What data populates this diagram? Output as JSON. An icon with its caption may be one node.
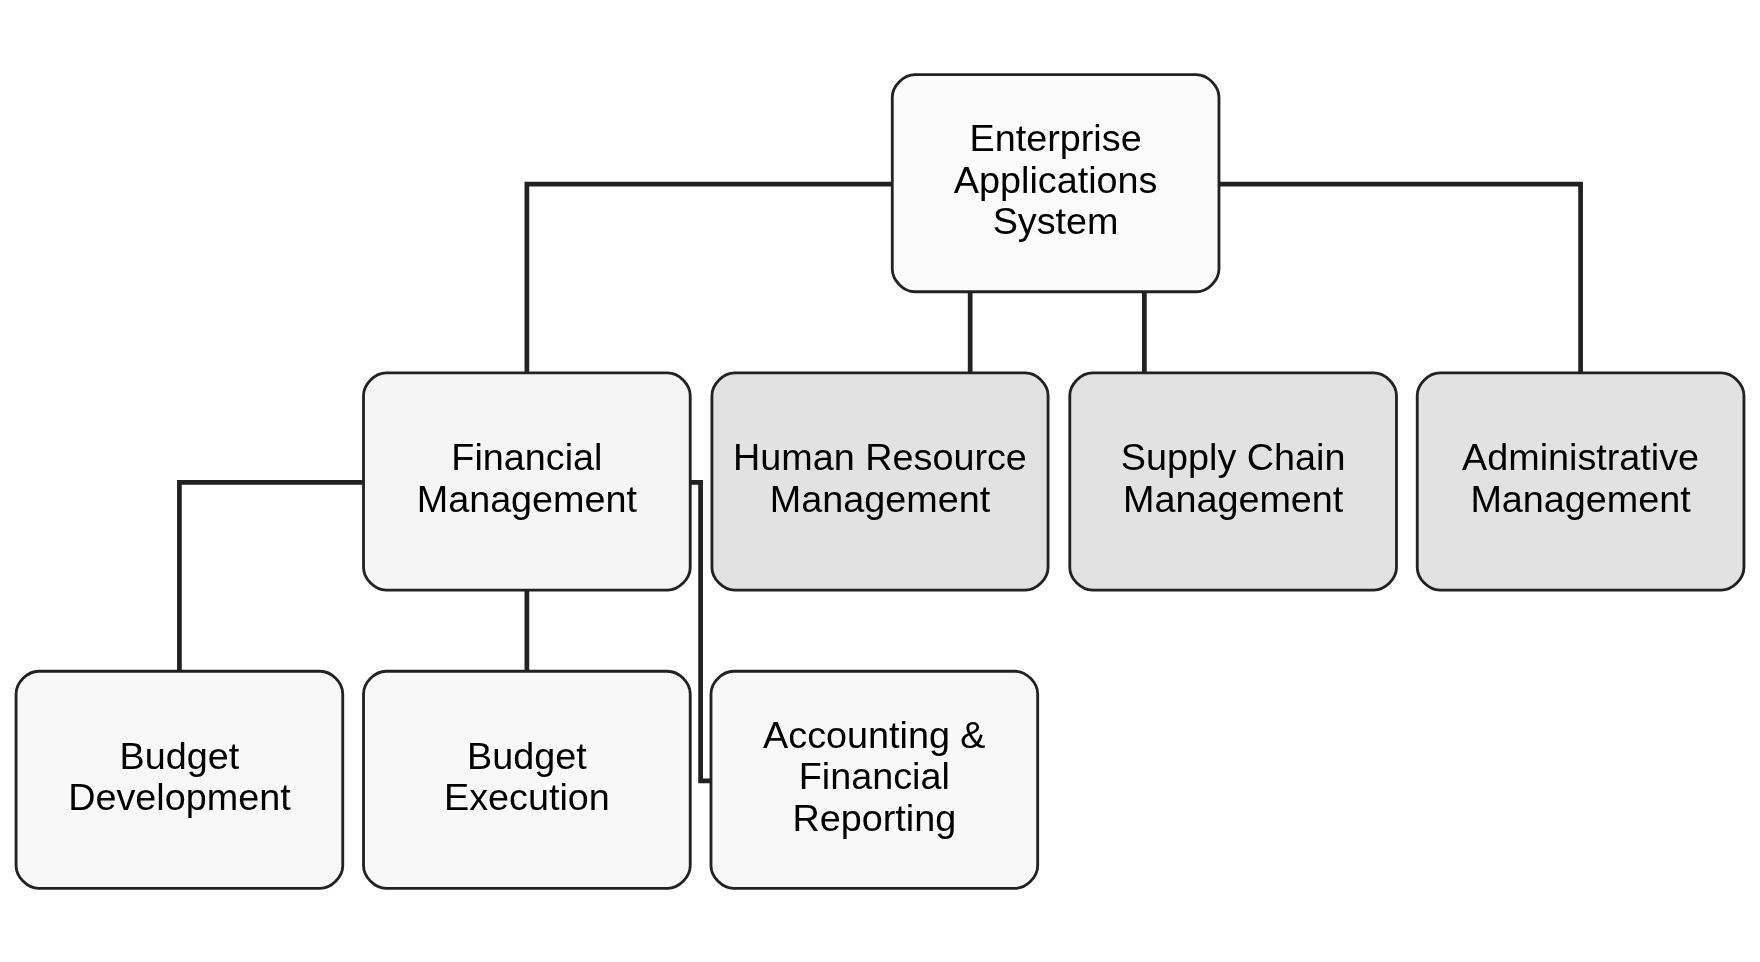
{
  "diagram": {
    "nodes": [
      {
        "text": [
          "Enterprise Applications System"
        ]
      },
      {
        "text": [
          "Financial Management"
        ]
      },
      {
        "text": [
          "Human Resource Management"
        ]
      },
      {
        "text": [
          "Supply Chain Management"
        ]
      },
      {
        "text": [
          "Administrative Management"
        ]
      },
      {
        "text": [
          "Budget Development"
        ]
      },
      {
        "text": [
          "Budget Execution"
        ]
      },
      {
        "text": [
          "Accounting & Financial Reporting"
        ]
      }
    ],
    "edges": [
      {
        "from": 0,
        "to": 1,
        "arrow": "none"
      },
      {
        "from": 0,
        "to": 2,
        "arrow": "none"
      },
      {
        "from": 0,
        "to": 3,
        "arrow": "none"
      },
      {
        "from": 0,
        "to": 4,
        "arrow": "none"
      },
      {
        "from": 1,
        "to": 5,
        "arrow": "none"
      },
      {
        "from": 1,
        "to": 6,
        "arrow": "none"
      },
      {
        "from": 1,
        "to": 7,
        "arrow": "none"
      }
    ]
  }
}
